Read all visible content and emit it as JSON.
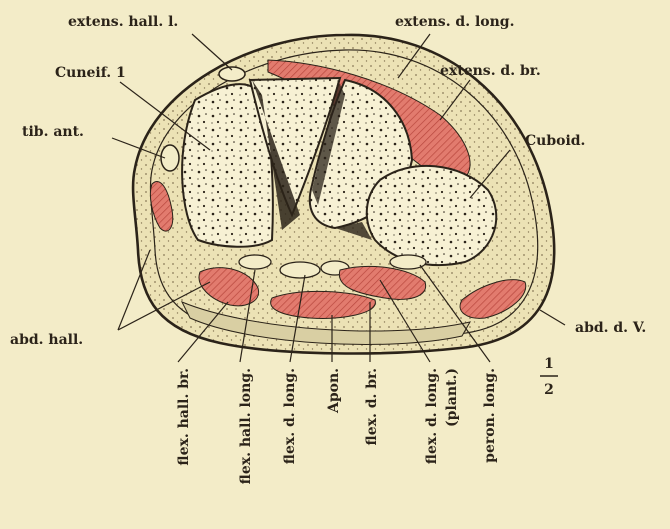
{
  "figure": {
    "labels": {
      "extens_hall_l": "extens. hall. l.",
      "extens_d_long": "extens. d. long.",
      "cuneif_1": "Cuneif. 1",
      "extens_d_br": "extens. d. br.",
      "tib_ant": "tib. ant.",
      "cuboid": "Cuboid.",
      "abd_hall": "abd. hall.",
      "abd_d_v": "abd. d. V.",
      "flex_hall_br": "flex. hall. br.",
      "flex_hall_long": "flex. hall. long.",
      "flex_d_long": "flex. d. long.",
      "apon": "Apon.",
      "flex_d_br": "flex. d. br.",
      "flex_d_long_plant_1": "flex. d. long.",
      "flex_d_long_plant_2": "(plant.)",
      "peron_long": "peron. long."
    },
    "scale": {
      "numerator": "1",
      "denominator": "2"
    },
    "colors": {
      "background": "#f3ecc8",
      "ink": "#2b2319",
      "bone": "#f6f0d2",
      "muscle": "#e07468",
      "tissue": "#ece2b6"
    }
  }
}
